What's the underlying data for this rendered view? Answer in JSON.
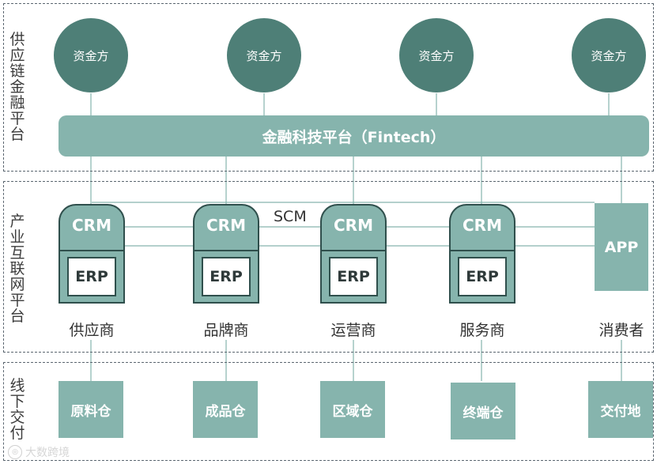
{
  "sections": {
    "finance_label": "供应链金融平台",
    "industry_label": "产业互联网平台",
    "offline_label": "线下交付"
  },
  "funders": [
    "资金方",
    "资金方",
    "资金方",
    "资金方"
  ],
  "fintech_bar": "金融科技平台（Fintech）",
  "scm_label": "SCM",
  "crm_label": "CRM",
  "erp_label": "ERP",
  "app_label": "APP",
  "roles": [
    "供应商",
    "品牌商",
    "运营商",
    "服务商",
    "消费者"
  ],
  "warehouses": [
    "原料仓",
    "成品仓",
    "区域仓",
    "终端仓",
    "交付地"
  ],
  "watermark_text": "大数跨境",
  "colors": {
    "dark_teal": "#4e7f77",
    "light_teal": "#86b4ad",
    "outline": "#2f4f4c"
  }
}
